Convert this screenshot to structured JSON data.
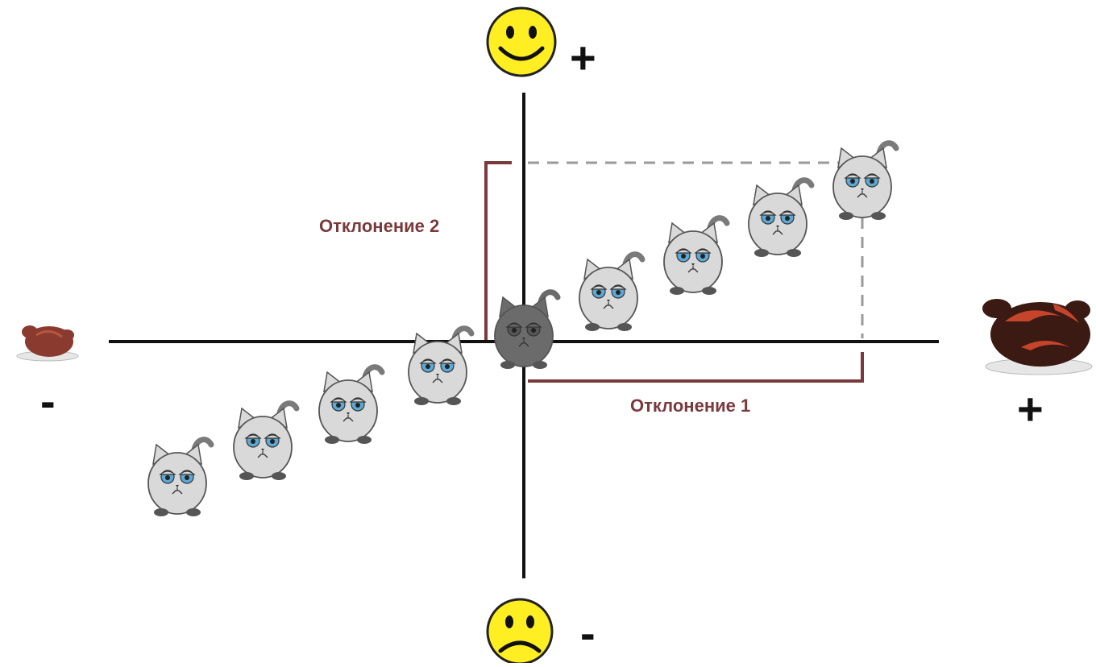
{
  "colors": {
    "axis": "#111111",
    "deviation_bracket": "#7a3a3c",
    "dashed_guide": "#9a9a9a",
    "cat_body": "#d9d9d9",
    "cat_mean_body": "#6b6b6b",
    "cat_eyes": "#5aa9d6",
    "smiley_fill": "#ffee22",
    "chicken_small": "#8a3a2e",
    "chicken_large": "#3a1a12",
    "chicken_large_highlight": "#c6442b",
    "plate": "#e6e6e6"
  },
  "axes": {
    "x_minus_label": "-",
    "x_plus_label": "+",
    "y_plus_label": "+",
    "y_minus_label": "-",
    "x_minus_icon": "small-roast-chicken-icon",
    "x_plus_icon": "large-roast-chicken-icon",
    "y_plus_icon": "happy-face-icon",
    "y_minus_icon": "sad-face-icon"
  },
  "deviations": {
    "deviation_1": "Отклонение 1",
    "deviation_2": "Отклонение 2"
  },
  "cats": {
    "count_below_mean": 4,
    "count_above_mean": 4,
    "mean_cat": "dark-grey-cat-at-origin"
  }
}
